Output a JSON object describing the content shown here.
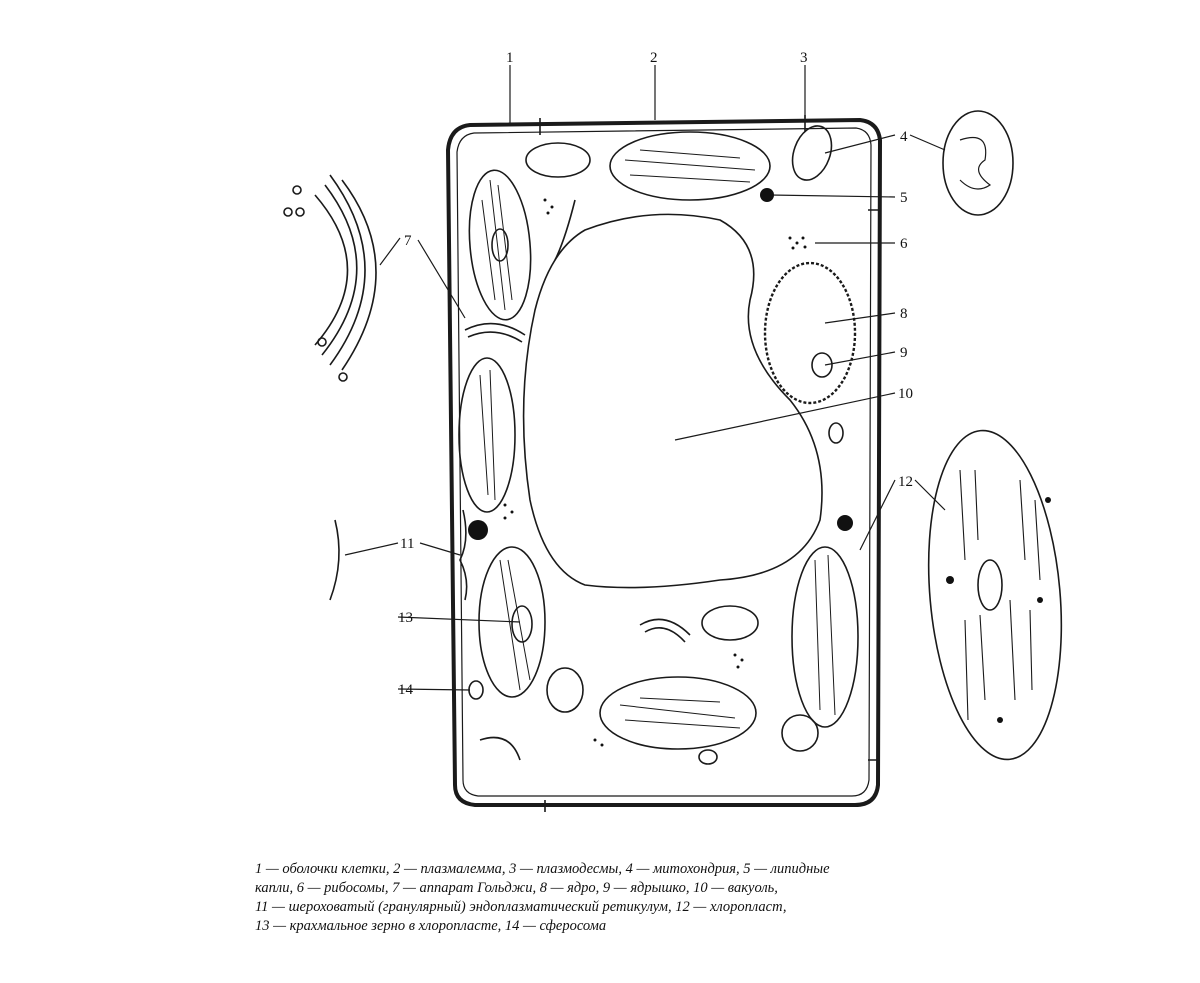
{
  "labels": [
    "1",
    "2",
    "3",
    "4",
    "5",
    "6",
    "7",
    "8",
    "9",
    "10",
    "11",
    "12",
    "13",
    "14"
  ],
  "caption": {
    "line1": "1 — оболочки клетки, 2 — плазмалемма, 3 — плазмодесмы, 4 — митохондрия, 5 — липидные",
    "line2": "капли, 6 — рибосомы, 7 — аппарат Гольджи, 8 — ядро, 9 — ядрышко, 10 — вакуоль,",
    "line3": "11 — шероховатый (гранулярный) эндоплазматический ретикулум, 12 — хлоропласт,",
    "line4": "13 — крахмальное зерно в хлоропласте, 14 — сферосома"
  },
  "colors": {
    "ink": "#1a1a1a",
    "paper": "#ffffff"
  }
}
